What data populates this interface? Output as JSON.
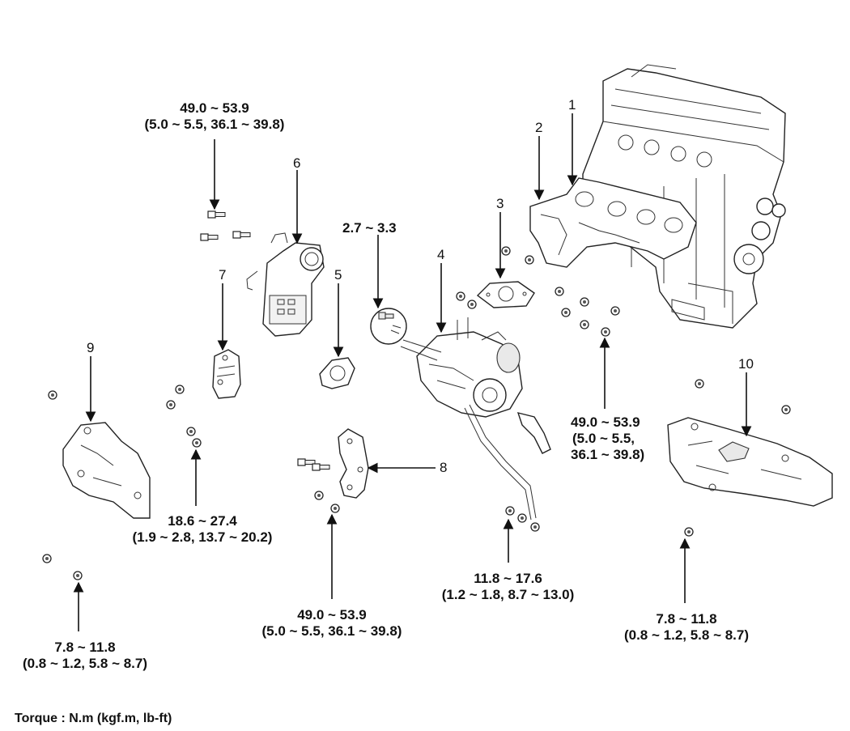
{
  "torques": {
    "t_top": {
      "line1": "49.0 ~ 53.9",
      "line2": "(5.0 ~ 5.5, 36.1 ~ 39.8)"
    },
    "t_stud": {
      "line1": "2.7 ~ 3.3"
    },
    "t_right": {
      "line1": "49.0 ~ 53.9",
      "line2": "(5.0 ~ 5.5,",
      "line3": "36.1 ~ 39.8)"
    },
    "t_left_mid": {
      "line1": "18.6 ~ 27.4",
      "line2": "(1.9 ~ 2.8, 13.7 ~ 20.2)"
    },
    "t_bottom_mid": {
      "line1": "49.0 ~ 53.9",
      "line2": "(5.0 ~ 5.5, 36.1 ~ 39.8)"
    },
    "t_pipe": {
      "line1": "11.8 ~ 17.6",
      "line2": "(1.2 ~ 1.8, 8.7 ~ 13.0)"
    },
    "t_left_bottom": {
      "line1": "7.8 ~ 11.8",
      "line2": "(0.8 ~ 1.2, 5.8 ~ 8.7)"
    },
    "t_right_bottom": {
      "line1": "7.8 ~ 11.8",
      "line2": "(0.8 ~ 1.2, 5.8 ~ 8.7)"
    }
  },
  "callouts": {
    "n1": "1",
    "n2": "2",
    "n3": "3",
    "n4": "4",
    "n5": "5",
    "n6": "6",
    "n7": "7",
    "n8": "8",
    "n9": "9",
    "n10": "10"
  },
  "footer": {
    "torque_unit": "Torque : N.m (kgf.m, lb-ft)"
  },
  "icons": {
    "engine": "engine-block-icon",
    "manifold": "exhaust-manifold-icon",
    "turbo": "turbocharger-icon",
    "converter": "catalytic-converter-icon",
    "heat_shield": "heat-shield-icon",
    "gasket": "gasket-icon",
    "bolt": "bolt-icon"
  }
}
